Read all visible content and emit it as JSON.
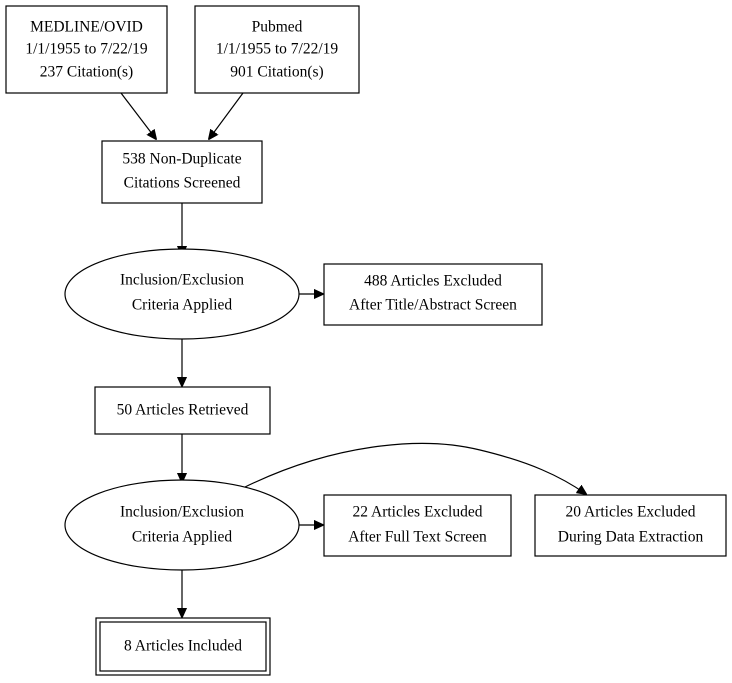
{
  "nodes": {
    "medline": [
      "MEDLINE/OVID",
      "1/1/1955 to 7/22/19",
      "237 Citation(s)"
    ],
    "pubmed": [
      "Pubmed",
      "1/1/1955 to 7/22/19",
      "901 Citation(s)"
    ],
    "screened": [
      "538 Non-Duplicate",
      "Citations Screened"
    ],
    "criteria_1": [
      "Inclusion/Exclusion",
      "Criteria Applied"
    ],
    "excluded_title": [
      "488 Articles Excluded",
      "After Title/Abstract Screen"
    ],
    "retrieved": [
      "50 Articles Retrieved"
    ],
    "criteria_2": [
      "Inclusion/Exclusion",
      "Criteria Applied"
    ],
    "excluded_fulltext": [
      "22 Articles Excluded",
      "After Full Text Screen"
    ],
    "excluded_extraction": [
      "20 Articles Excluded",
      "During Data Extraction"
    ],
    "included": [
      "8 Articles Included"
    ]
  }
}
